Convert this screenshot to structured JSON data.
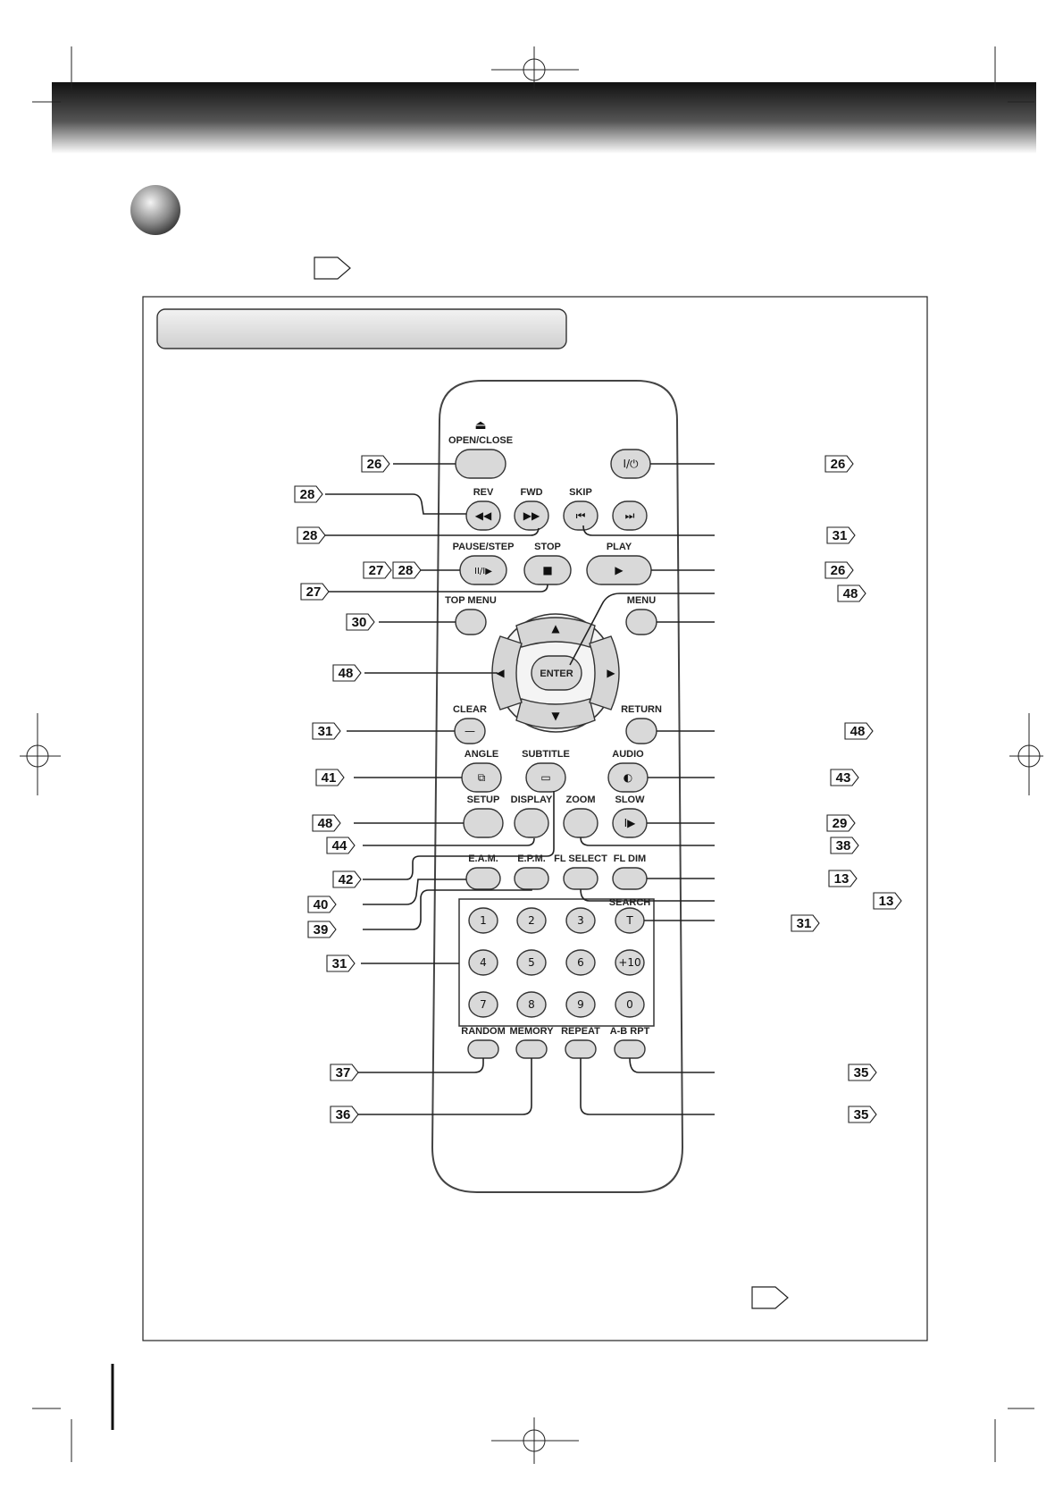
{
  "remote": {
    "buttons": [
      {
        "id": "open-close",
        "label": "OPEN/CLOSE",
        "glyph": ""
      },
      {
        "id": "power",
        "label": "",
        "glyph": "I/⏻"
      },
      {
        "id": "rev",
        "label": "REV",
        "glyph": "◀◀"
      },
      {
        "id": "fwd",
        "label": "FWD",
        "glyph": "▶▶"
      },
      {
        "id": "skip-back",
        "label": "SKIP",
        "glyph": "⏮"
      },
      {
        "id": "skip-fwd",
        "label": "",
        "glyph": "⏭"
      },
      {
        "id": "pause-step",
        "label": "PAUSE/STEP",
        "glyph": "II/I▶"
      },
      {
        "id": "stop",
        "label": "STOP",
        "glyph": "■"
      },
      {
        "id": "play",
        "label": "PLAY",
        "glyph": "▶"
      },
      {
        "id": "top-menu",
        "label": "TOP MENU",
        "glyph": ""
      },
      {
        "id": "menu",
        "label": "MENU",
        "glyph": ""
      },
      {
        "id": "enter",
        "label": "ENTER",
        "glyph": ""
      },
      {
        "id": "up",
        "label": "",
        "glyph": "▲"
      },
      {
        "id": "down",
        "label": "",
        "glyph": "▼"
      },
      {
        "id": "left",
        "label": "",
        "glyph": "◀"
      },
      {
        "id": "right",
        "label": "",
        "glyph": "▶"
      },
      {
        "id": "clear",
        "label": "CLEAR",
        "glyph": "—"
      },
      {
        "id": "return",
        "label": "RETURN",
        "glyph": ""
      },
      {
        "id": "angle",
        "label": "ANGLE",
        "glyph": "⧉"
      },
      {
        "id": "subtitle",
        "label": "SUBTITLE",
        "glyph": "▭"
      },
      {
        "id": "audio",
        "label": "AUDIO",
        "glyph": "◐"
      },
      {
        "id": "setup",
        "label": "SETUP",
        "glyph": ""
      },
      {
        "id": "display",
        "label": "DISPLAY",
        "glyph": ""
      },
      {
        "id": "zoom",
        "label": "ZOOM",
        "glyph": ""
      },
      {
        "id": "slow",
        "label": "SLOW",
        "glyph": "I▶"
      },
      {
        "id": "eam",
        "label": "E.A.M.",
        "glyph": ""
      },
      {
        "id": "epm",
        "label": "E.P.M.",
        "glyph": ""
      },
      {
        "id": "fl-select",
        "label": "FL SELECT",
        "glyph": ""
      },
      {
        "id": "fl-dim",
        "label": "FL DIM",
        "glyph": ""
      },
      {
        "id": "search",
        "label": "SEARCH",
        "glyph": "T"
      },
      {
        "id": "n1",
        "label": "",
        "glyph": "1"
      },
      {
        "id": "n2",
        "label": "",
        "glyph": "2"
      },
      {
        "id": "n3",
        "label": "",
        "glyph": "3"
      },
      {
        "id": "n4",
        "label": "",
        "glyph": "4"
      },
      {
        "id": "n5",
        "label": "",
        "glyph": "5"
      },
      {
        "id": "n6",
        "label": "",
        "glyph": "6"
      },
      {
        "id": "plus10",
        "label": "",
        "glyph": "+10"
      },
      {
        "id": "n7",
        "label": "",
        "glyph": "7"
      },
      {
        "id": "n8",
        "label": "",
        "glyph": "8"
      },
      {
        "id": "n9",
        "label": "",
        "glyph": "9"
      },
      {
        "id": "n0",
        "label": "",
        "glyph": "0"
      },
      {
        "id": "random",
        "label": "RANDOM",
        "glyph": ""
      },
      {
        "id": "memory",
        "label": "MEMORY",
        "glyph": ""
      },
      {
        "id": "repeat",
        "label": "REPEAT",
        "glyph": ""
      },
      {
        "id": "ab-rpt",
        "label": "A-B RPT",
        "glyph": ""
      }
    ],
    "eject_glyph": "⏏"
  },
  "callouts": [
    {
      "id": "c-open",
      "text": "26"
    },
    {
      "id": "c-rev",
      "text": "28"
    },
    {
      "id": "c-fwd",
      "text": "28"
    },
    {
      "id": "c-pause-a",
      "text": "27"
    },
    {
      "id": "c-pause-b",
      "text": "28"
    },
    {
      "id": "c-stop",
      "text": "27"
    },
    {
      "id": "c-topmenu",
      "text": "30"
    },
    {
      "id": "c-arrows",
      "text": "48"
    },
    {
      "id": "c-clear",
      "text": "31"
    },
    {
      "id": "c-angle",
      "text": "41"
    },
    {
      "id": "c-setup",
      "text": "48"
    },
    {
      "id": "c-display",
      "text": "44"
    },
    {
      "id": "c-subtitle",
      "text": "42"
    },
    {
      "id": "c-eam",
      "text": "40"
    },
    {
      "id": "c-epm",
      "text": "39"
    },
    {
      "id": "c-numbers",
      "text": "31"
    },
    {
      "id": "c-random",
      "text": "37"
    },
    {
      "id": "c-memory",
      "text": "36"
    },
    {
      "id": "c-power",
      "text": "26"
    },
    {
      "id": "c-skip",
      "text": "31"
    },
    {
      "id": "c-play",
      "text": "26"
    },
    {
      "id": "c-enter",
      "text": "48"
    },
    {
      "id": "c-return",
      "text": "48"
    },
    {
      "id": "c-audio",
      "text": "43"
    },
    {
      "id": "c-slow",
      "text": "29"
    },
    {
      "id": "c-zoom",
      "text": "38"
    },
    {
      "id": "c-fldim",
      "text": "13"
    },
    {
      "id": "c-flselect",
      "text": "13"
    },
    {
      "id": "c-search",
      "text": "31"
    },
    {
      "id": "c-abrpt",
      "text": "35"
    },
    {
      "id": "c-repeat",
      "text": "35"
    }
  ],
  "colors": {
    "header_dark": "#1a1a1a",
    "remote_outline": "#555555",
    "button_fill": "#d9d9d9",
    "line": "#222222"
  }
}
